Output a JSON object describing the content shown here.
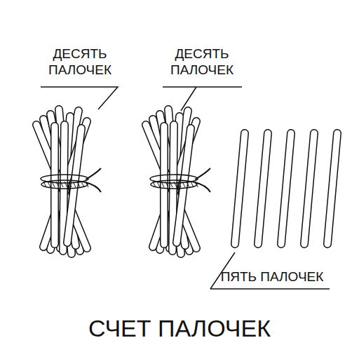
{
  "diagram": {
    "title": "СЧЕТ ПАЛОЧЕК",
    "labels": [
      "ДЕСЯТЬ ПАЛОЧЕК",
      "ДЕСЯТЬ ПАЛОЧЕК",
      "ПЯТЬ ПАЛОЧЕК"
    ]
  }
}
